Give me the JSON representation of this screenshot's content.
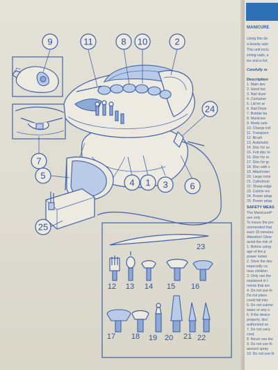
{
  "diagram": {
    "callouts": [
      "9",
      "11",
      "8",
      "10",
      "2",
      "24",
      "7",
      "5",
      "6",
      "3",
      "4",
      "1",
      "25",
      "23",
      "12",
      "13",
      "14",
      "15",
      "16",
      "17",
      "18",
      "19",
      "20",
      "21",
      "22"
    ]
  },
  "manual": {
    "section_title": "MANICURE",
    "intro_lines": [
      "Using this de",
      "a beauty salo",
      "This unit inclu",
      "ishing nails, a",
      "ies and a hot"
    ],
    "caution": "Carefully re",
    "description_title": "Description",
    "parts": [
      "1.  Main dev",
      "2.  Hand but",
      "3.  Nail dryer",
      "4.  Container",
      "5.  Lid for ar",
      "6.  Nail Dryer",
      "7.  Bubble ba",
      "8.  Manicure",
      "9.  Mode sele",
      "10. Charge ind",
      "11. Transpare",
      "12. Brush",
      "13. Automatic",
      "14. Disc for so",
      "15. Felt disc fo",
      "16. Disc for re",
      "17. Disc for gr",
      "18. Disc with s",
      "19. Attachmen",
      "20. Large cone",
      "21. Cylindrical",
      "22. Sharp-edge",
      "23. Cuticle res",
      "24. Power adap",
      "25. Power adap"
    ],
    "safety_title": "SAFETY MEAS",
    "safety_lines": [
      "The Manicure/P",
      "use only.",
      "To insure the pro",
      "ommended that",
      "each 20 minutes",
      "Attention! Obse",
      "avoid the risk of",
      "1.  Before using",
      "    age of the p",
      "    power netwo",
      "2.  Store the dev",
      "    especially ca",
      "    near children",
      "3.  Only use the",
      "    explained in t",
      "    ments that are",
      "4.  Do not use th",
      "    Do not place",
      "    could fall into",
      "5.  Do not subme",
      "    water or any o",
      "6.  If the device",
      "    properly, disc",
      "    authorized se",
      "7.  Do not carry",
      "    cord.",
      "8.  Never use the",
      "9.  Do not use th",
      "    aerosol spray",
      "10. Do not use th"
    ]
  }
}
